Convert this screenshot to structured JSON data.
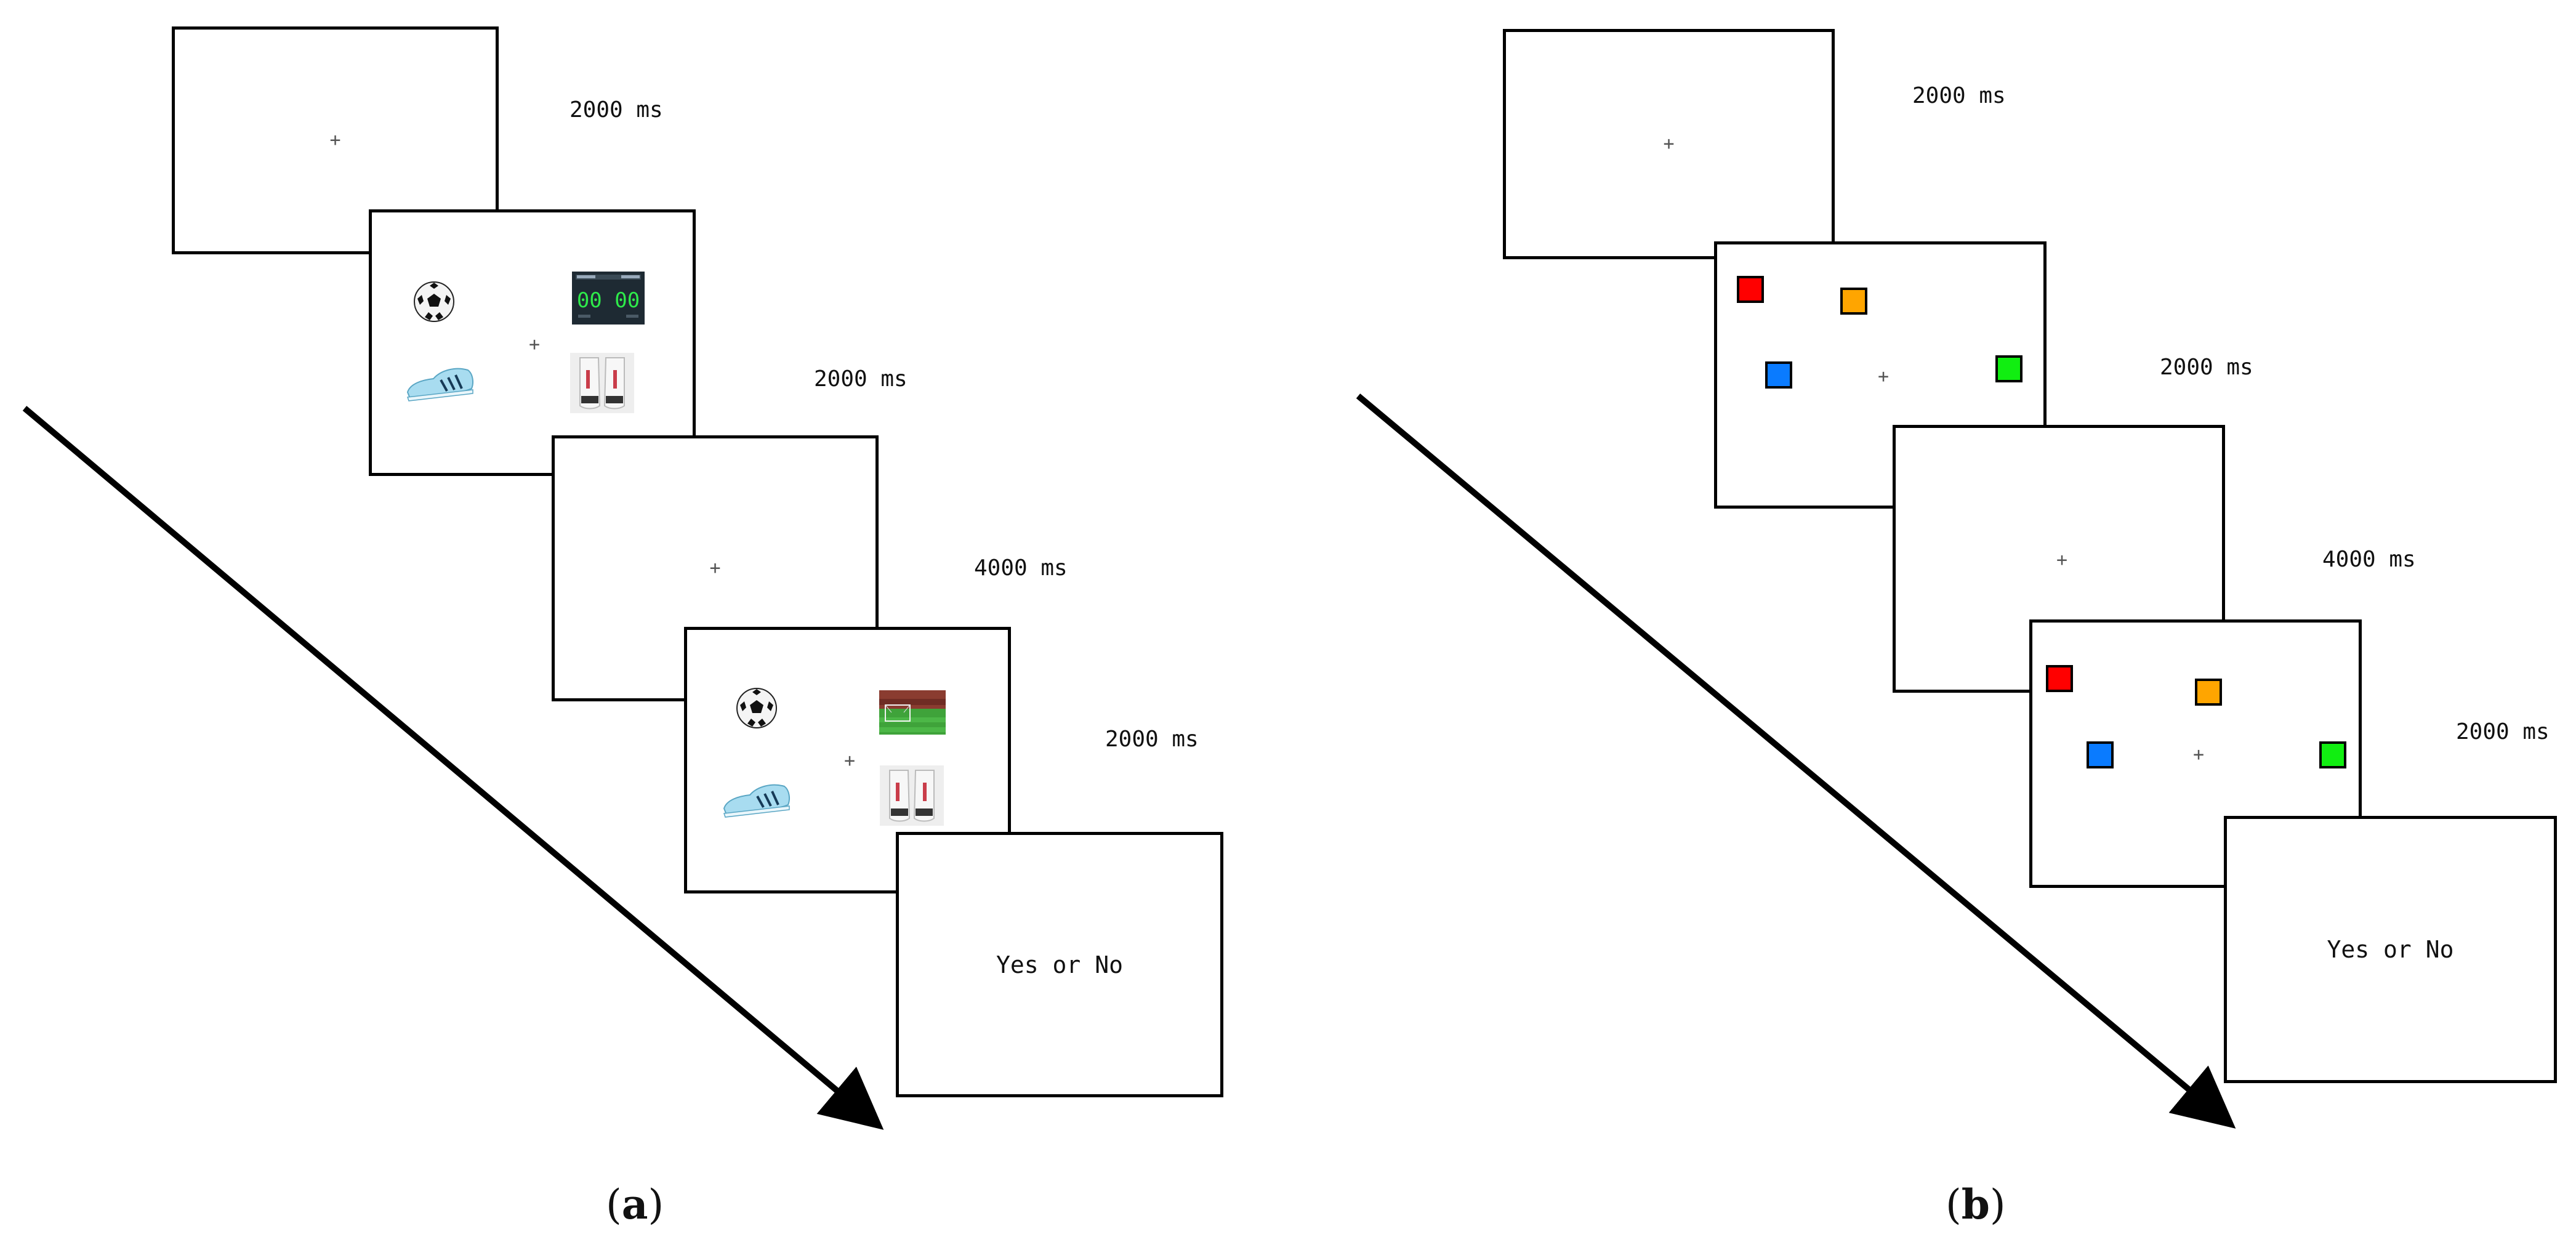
{
  "fixation": "+",
  "panel_a": {
    "label_open": "(",
    "label_letter": "a",
    "label_close": ")",
    "timings": [
      "2000 ms",
      "2000 ms",
      "4000 ms",
      "2000 ms"
    ],
    "response": "Yes or No",
    "memory_items": [
      "soccer-ball",
      "scoreboard",
      "soccer-cleat",
      "shin-guards"
    ],
    "probe_items": [
      "soccer-ball",
      "goal-field",
      "soccer-cleat",
      "shin-guards"
    ],
    "scoreboard_digits": "00 00"
  },
  "panel_b": {
    "label_open": "(",
    "label_letter": "b",
    "label_close": ")",
    "timings": [
      "2000 ms",
      "2000 ms",
      "4000 ms",
      "2000 ms"
    ],
    "response": "Yes or No",
    "memory_colors": [
      "#ff0000",
      "#ffa500",
      "#0a7bff",
      "#11ee11"
    ],
    "probe_colors": [
      "#ff0000",
      "#ffa500",
      "#0a7bff",
      "#11ee11"
    ]
  }
}
